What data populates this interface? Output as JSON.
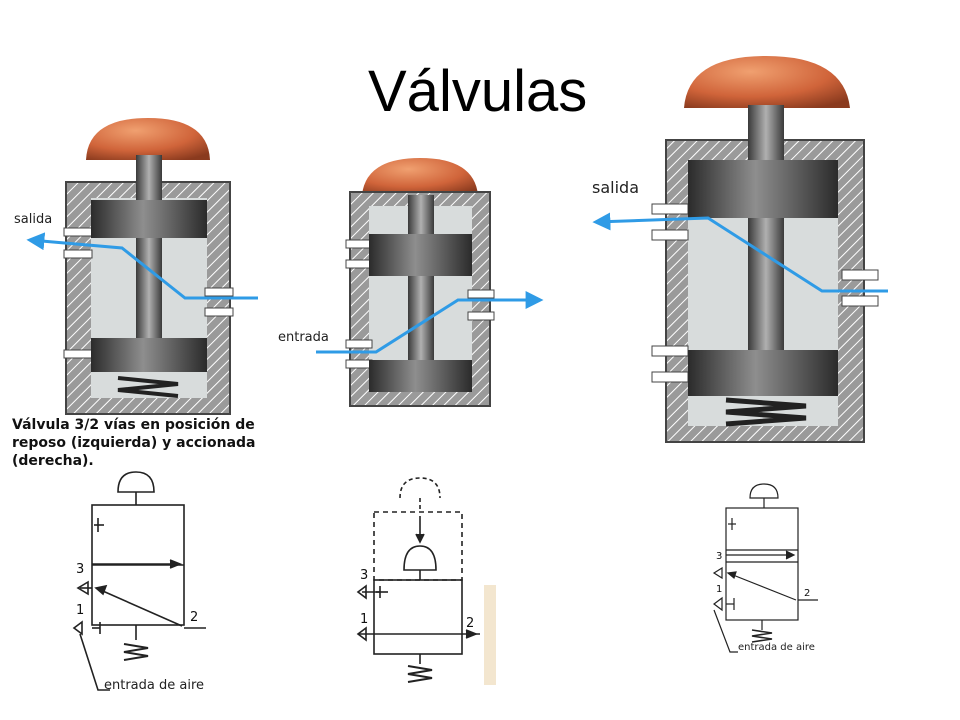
{
  "title": "Válvulas",
  "caption": "Válvula 3/2 vías en posición de reposo (izquierda) y accionada (derecha).",
  "labels": {
    "salida_left": "salida",
    "entrada_mid": "entrada",
    "salida_right": "salida",
    "entrada_aire_left": "entrada de aire",
    "entrada_aire_right": "entrada de aire"
  },
  "ports": {
    "left": {
      "p3": "3",
      "p1": "1",
      "p2": "2"
    },
    "mid": {
      "p3": "3",
      "p1": "1",
      "p2": "2"
    },
    "right": {
      "p3": "3",
      "p1": "1",
      "p2": "2"
    }
  },
  "colors": {
    "knob": "#d0643a",
    "body": "#8c8c8c",
    "flow": "#2f9be6",
    "chamber": "#d8dcdc",
    "spool": "#3a3a3a"
  }
}
